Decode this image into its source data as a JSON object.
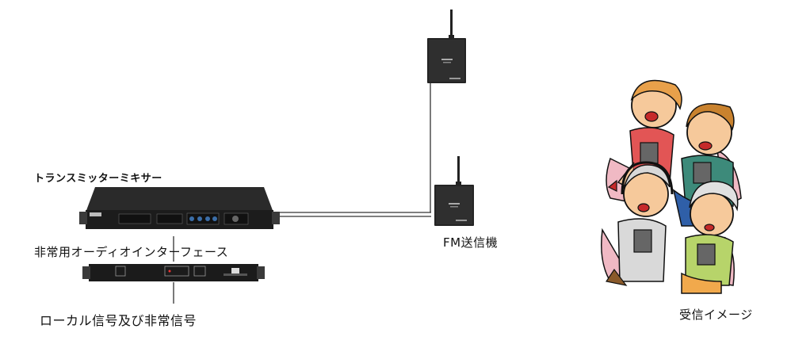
{
  "labels": {
    "mixer": "トランスミッターミキサー",
    "emergency": "非常用オーディオインターフェース",
    "local": "ローカル信号及び非常信号",
    "fm": "FM送信機",
    "receive": "受信イメージ"
  },
  "colors": {
    "device": "#1a1a1a",
    "wire": "#333333",
    "panel": "#2b2b2b"
  }
}
